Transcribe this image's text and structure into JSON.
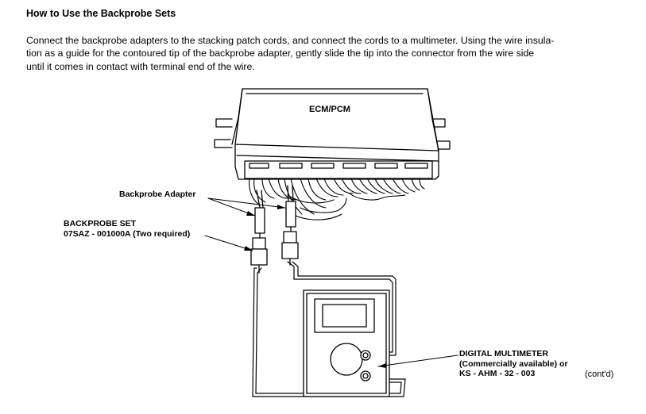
{
  "page": {
    "header_fragment": "... ...",
    "heading": "How to Use the Backprobe Sets",
    "paragraph_lines": [
      "Connect the backprobe adapters to the stacking patch cords, and connect the cords to a multimeter. Using the wire insula-",
      "tion as a guide for the contoured tip of the backprobe adapter, gently slide the tip into the connector from the wire side",
      "until it comes in contact with terminal end of the wire."
    ]
  },
  "diagram": {
    "ecm_label": "ECM/PCM",
    "adapter_label": "Backprobe Adapter",
    "set_label_line1": "BACKPROBE SET",
    "set_label_line2": "07SAZ - 001000A (Two required)",
    "dmm_label_line1": "DIGITAL MULTIMETER",
    "dmm_label_line2": "(Commercially available) or",
    "dmm_label_line3": "KS - AHM - 32 - 003",
    "contd": "(cont'd)"
  }
}
